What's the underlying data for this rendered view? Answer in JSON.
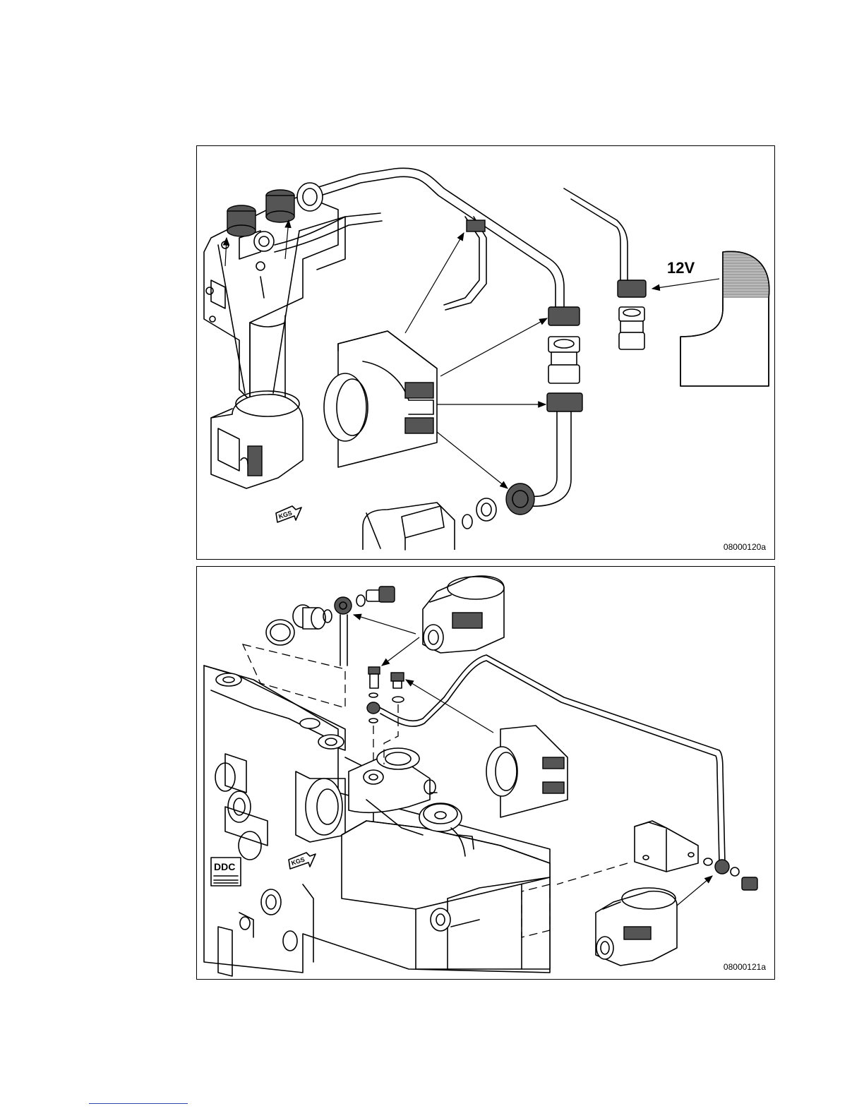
{
  "figures": [
    {
      "id_label": "08000120a",
      "voltage_label": "12V",
      "kgs_label": "KGS"
    },
    {
      "id_label": "08000121a",
      "kgs_label": "KGS",
      "ddc_label": "DDC"
    }
  ],
  "colors": {
    "line": "#000000",
    "fill_dark": "#555555",
    "rule": "#3344aa"
  }
}
